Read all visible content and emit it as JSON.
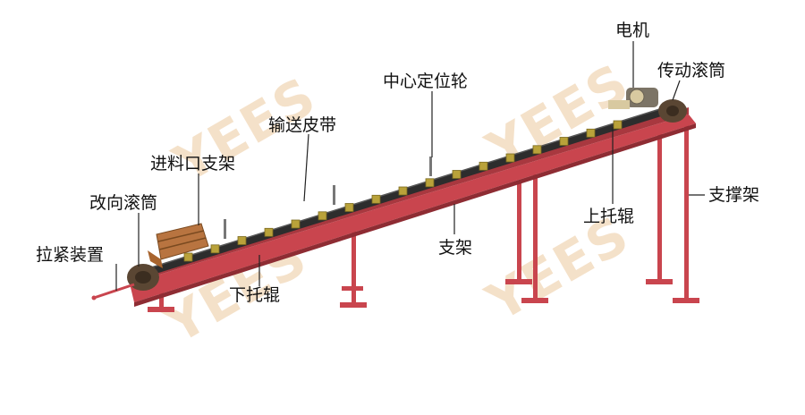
{
  "colors": {
    "frame": "#c9454e",
    "frame_dark": "#8e2c33",
    "belt": "#2d2d2d",
    "roller": "#b9a23a",
    "wood": "#a8642e",
    "pulley": "#5a4633",
    "watermark": "#f3dcc0",
    "label": "#111111"
  },
  "watermark": {
    "text": "YEES"
  },
  "labels": {
    "motor": "电机",
    "drive_pulley": "传动滚筒",
    "center_wheel": "中心定位轮",
    "belt": "输送皮带",
    "hopper": "进料口支架",
    "tail_pulley": "改向滚筒",
    "tensioner": "拉紧装置",
    "lower_idler": "下托辊",
    "frame": "支架",
    "upper_idler": "上托辊",
    "support": "支撑架"
  }
}
